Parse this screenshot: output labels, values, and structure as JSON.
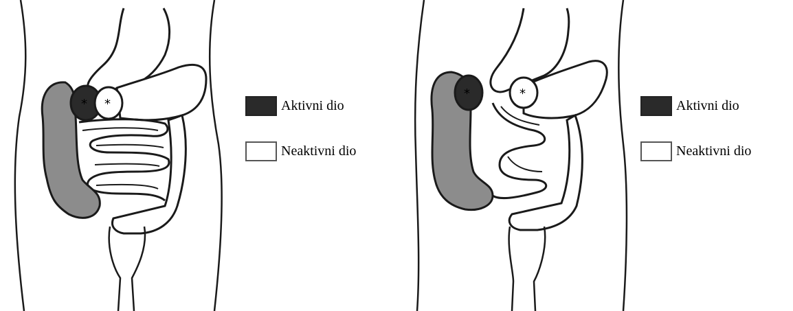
{
  "colors": {
    "active": "#2a2a2a",
    "gray_tissue": "#8c8c8c",
    "inactive": "#ffffff",
    "outline": "#1a1a1a"
  },
  "panels": [
    {
      "legend": [
        {
          "swatch": "active",
          "label": "Aktivni dio"
        },
        {
          "swatch": "inactive",
          "label": "Neaktivni dio"
        }
      ]
    },
    {
      "legend": [
        {
          "swatch": "active",
          "label": "Aktivni dio"
        },
        {
          "swatch": "inactive",
          "label": "Neaktivni dio"
        }
      ]
    }
  ]
}
